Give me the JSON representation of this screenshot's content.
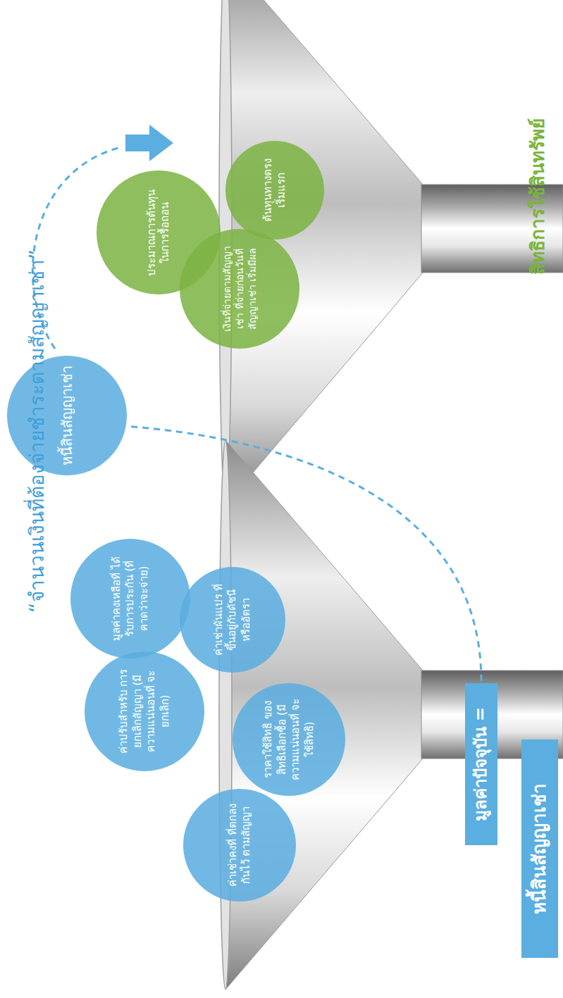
{
  "diagram": {
    "title": "“จำนวนเงินที่ต้องจ่ายชำระตามสัญญาเช่า”",
    "nodes": [
      {
        "text": [
          "ค่าเช่าคงที่ ที่ตกลงกันไว้ ตามสัญญา"
        ]
      },
      {
        "text": [
          "ค่าปรับสำหรับ การยกเลิกสัญญา (มีความแน่นอนที่ จะยกเลิก)"
        ]
      },
      {
        "text": [
          "มูลค่าคงเหลือที่ ได้รับการประกัน (ที่คาดว่าจะจ่าย)"
        ]
      },
      {
        "text": [
          "ค่าเช่าผันแปร ที่ขึ้นอยู่กับดัชนี หรืออัตรา"
        ]
      },
      {
        "text": [
          "ราคาใช้สิทธิ ของสิทธิเลือกซื้อ (มีความแน่นอนที่ จะใช้สิทธิ)"
        ]
      },
      {
        "text": [
          "มูลค่าปัจจุบัน ="
        ]
      },
      {
        "text": [
          "หนี้สินสัญญาเช่า"
        ]
      },
      {
        "text": [
          "หนี้สินสัญญาเช่า"
        ]
      },
      {
        "text": [
          "ประมาณการต้นทุน ในการรื้อถอน"
        ]
      },
      {
        "text": [
          "เงินที่จ่ายตามสัญญาเช่า ที่จ่ายก่อนวันที่ สัญญาเช่า เริ่มมีผล"
        ]
      },
      {
        "text": [
          "ต้นทุนทางตรง เริ่มแรก"
        ]
      }
    ],
    "edges": [
      {
        "from": 5,
        "to": 7,
        "arrow": "none"
      }
    ],
    "labels": [
      "สิทธิการใช้สินทรัพย์"
    ]
  }
}
